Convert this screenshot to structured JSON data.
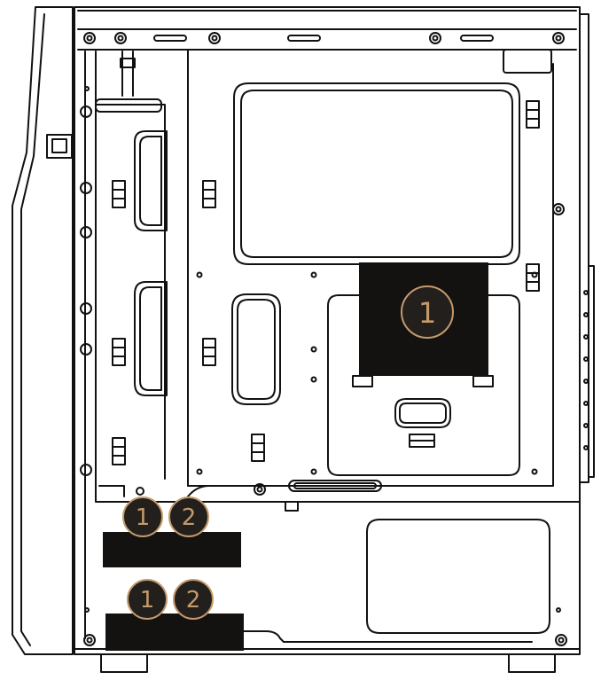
{
  "badges": {
    "main": "1",
    "upper_left": "1",
    "upper_right": "2",
    "lower_left": "1",
    "lower_right": "2"
  },
  "colors": {
    "line": "#111111",
    "block": "#141210",
    "badge_fill": "#221f1c",
    "badge_ring": "#c49a6c"
  }
}
